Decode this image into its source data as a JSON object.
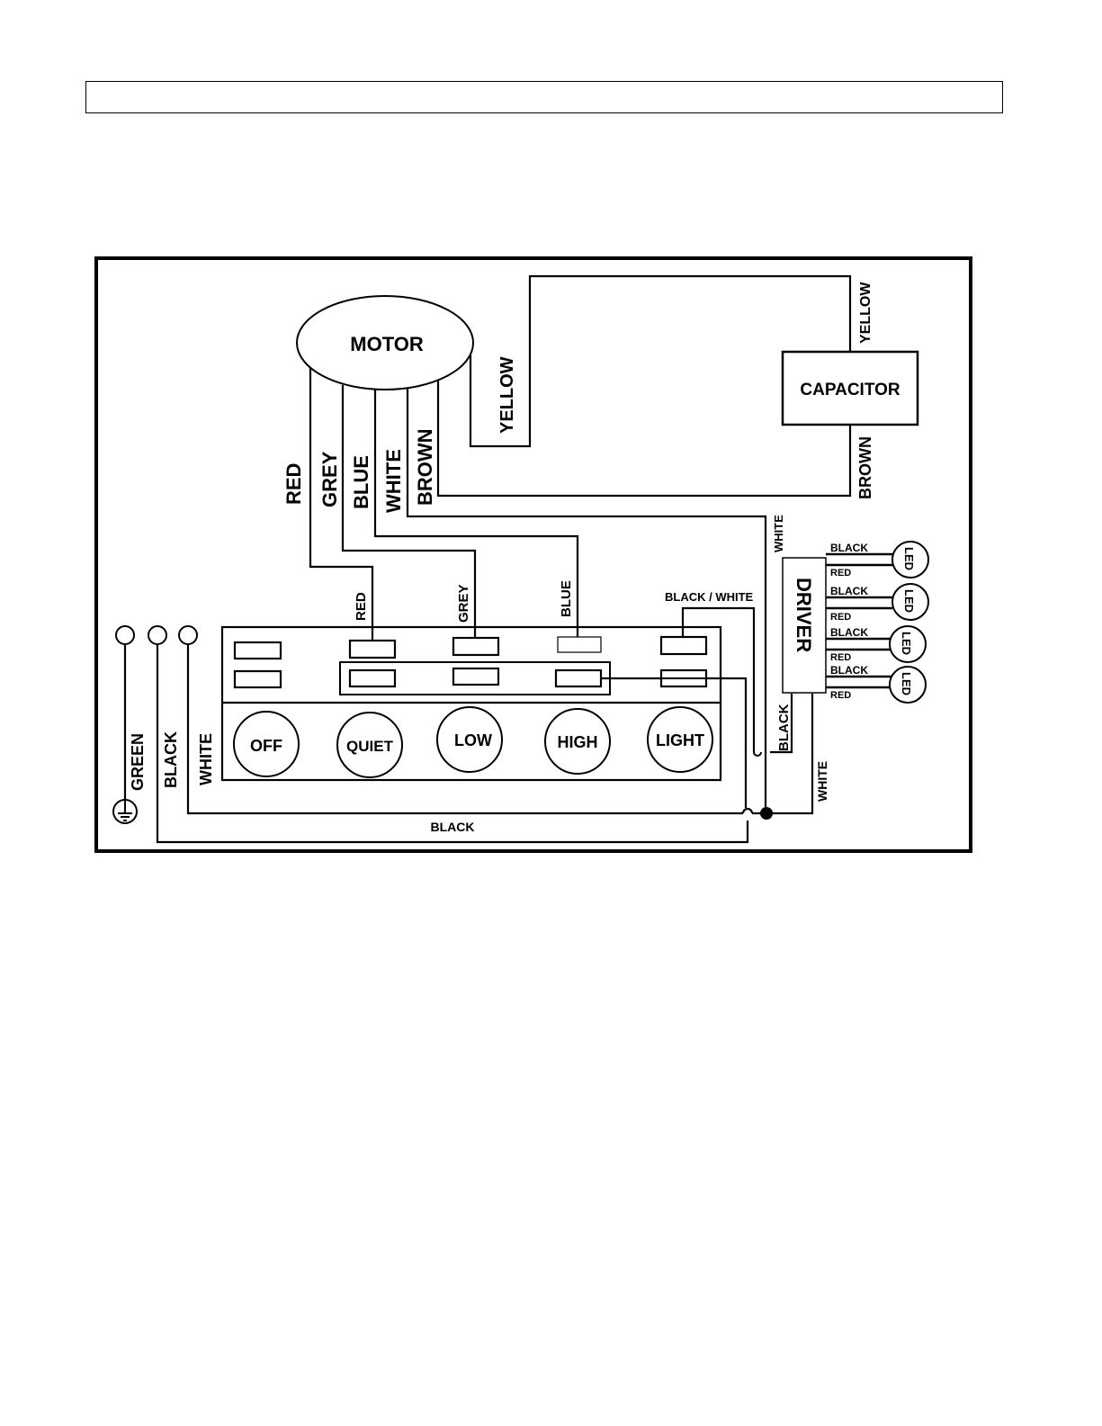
{
  "header": {
    "text": ""
  },
  "components": {
    "motor": "MOTOR",
    "capacitor": "CAPACITOR",
    "driver": "DRIVER",
    "led": "LED"
  },
  "buttons": [
    "OFF",
    "QUIET",
    "LOW",
    "HIGH",
    "LIGHT"
  ],
  "wires": {
    "motor_red": "RED",
    "motor_grey": "GREY",
    "motor_blue": "BLUE",
    "motor_white": "WHITE",
    "motor_brown": "BROWN",
    "motor_yellow": "YELLOW",
    "cap_yellow": "YELLOW",
    "cap_brown": "BROWN",
    "sw_red": "RED",
    "sw_grey": "GREY",
    "sw_blue": "BLUE",
    "black_white": "BLACK / WHITE",
    "driver_white_top": "WHITE",
    "driver_black": "BLACK",
    "driver_white_bottom": "WHITE",
    "supply_green": "GREEN",
    "supply_black": "BLACK",
    "supply_white": "WHITE",
    "bottom_black": "BLACK",
    "led_black": "BLACK",
    "led_red": "RED"
  },
  "led_count": 4
}
